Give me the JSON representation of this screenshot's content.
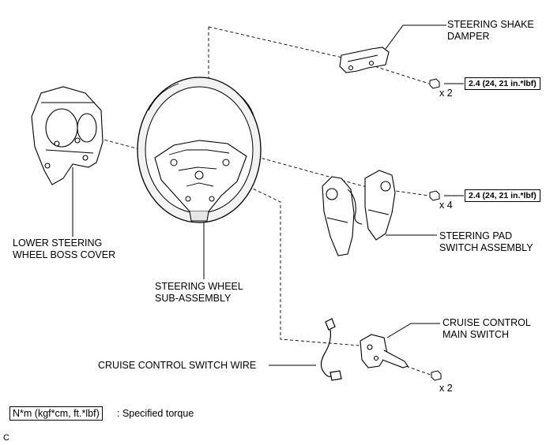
{
  "labels": {
    "steering_shake_damper": [
      "STEERING SHAKE",
      "DAMPER"
    ],
    "lower_cover": [
      "LOWER STEERING",
      "WHEEL BOSS COVER"
    ],
    "steering_wheel": [
      "STEERING WHEEL",
      "SUB-ASSEMBLY"
    ],
    "pad_switch": [
      "STEERING PAD",
      "SWITCH ASSEMBLY"
    ],
    "cruise_main": [
      "CRUISE CONTROL",
      "MAIN SWITCH"
    ],
    "cruise_wire": "CRUISE CONTROL SWITCH WIRE"
  },
  "fasteners": [
    {
      "qty": "x 2",
      "torque": "2.4 (24, 21 in.*lbf)"
    },
    {
      "qty": "x 4",
      "torque": "2.4 (24, 21 in.*lbf)"
    },
    {
      "qty": "x 2",
      "torque": ""
    }
  ],
  "legend": {
    "unit": "N*m (kgf*cm, ft.*lbf)",
    "text": ": Specified torque"
  },
  "corner_mark": "C"
}
